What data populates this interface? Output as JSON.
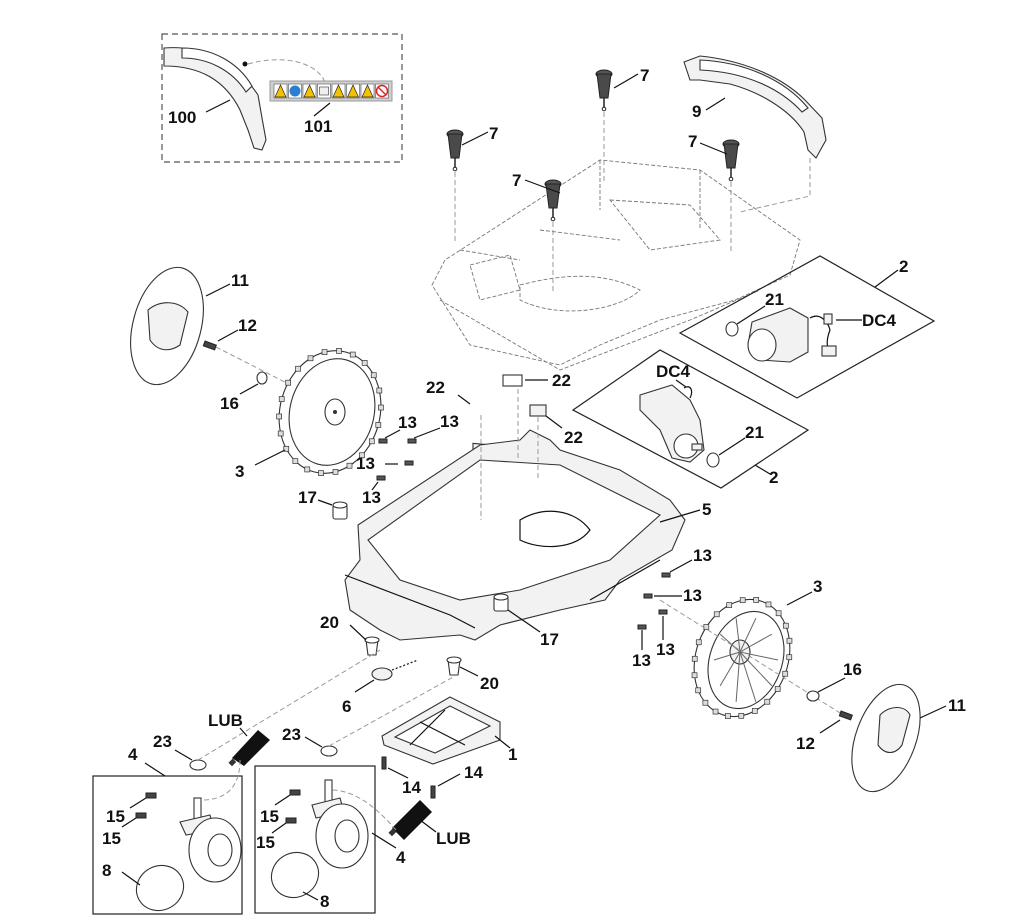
{
  "diagram": {
    "title": "Robotic mower chassis exploded parts view",
    "inset_labels": [
      "100",
      "101"
    ],
    "warning_decal_icons": [
      "warning-triangle",
      "read-manual",
      "blade-hazard",
      "distance",
      "hand-hazard",
      "foot-hazard",
      "hand-blade",
      "no-riding"
    ],
    "callouts": {
      "c100": "100",
      "c101": "101",
      "c9": "9",
      "c7a": "7",
      "c7b": "7",
      "c7c": "7",
      "c7d": "7",
      "c11a": "11",
      "c12a": "12",
      "c16a": "16",
      "c3a": "3",
      "c2a": "2",
      "c21a": "21",
      "dc4a": "DC4",
      "c22a": "22",
      "c22b": "22",
      "c22c": "22",
      "dc4b": "DC4",
      "c21b": "21",
      "c2b": "2",
      "c13a": "13",
      "c13b": "13",
      "c13c": "13",
      "c13d": "13",
      "c17a": "17",
      "c5": "5",
      "c13e": "13",
      "c13f": "13",
      "c13g": "13",
      "c13h": "13",
      "c3b": "3",
      "c17b": "17",
      "c20a": "20",
      "c20b": "20",
      "c6": "6",
      "c16b": "16",
      "c11b": "11",
      "c12b": "12",
      "lub1": "LUB",
      "c23a": "23",
      "c23b": "23",
      "c1": "1",
      "c4a": "4",
      "c14a": "14",
      "c14b": "14",
      "c15a": "15",
      "c15b": "15",
      "c15c": "15",
      "c15d": "15",
      "lub2": "LUB",
      "c4b": "4",
      "c8a": "8",
      "c8b": "8"
    }
  }
}
